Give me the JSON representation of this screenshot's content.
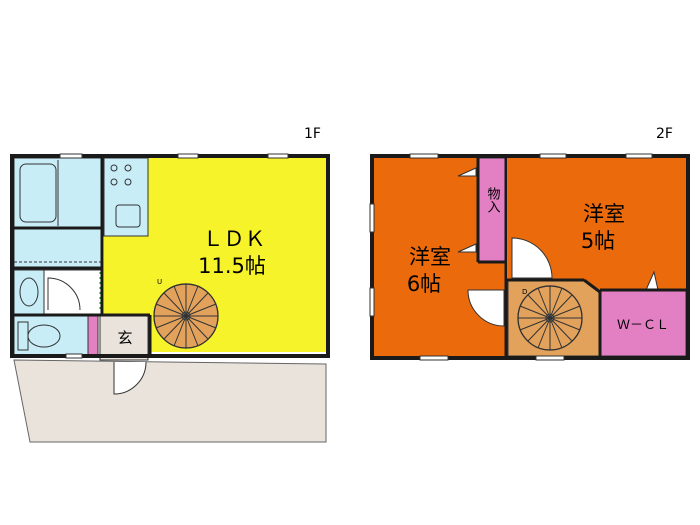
{
  "floors": {
    "first": {
      "label": "1F",
      "ldk": {
        "name": "ＬＤＫ",
        "size": "11.5帖"
      },
      "entrance": "玄",
      "stair_mark": "U"
    },
    "second": {
      "label": "2F",
      "west_room": {
        "name": "洋室",
        "size": "6帖"
      },
      "east_room": {
        "name": "洋室",
        "size": "5帖"
      },
      "storage": "物入",
      "walk_in_closet": "Ｗ－ＣＬ",
      "stair_mark": "D"
    }
  },
  "colors": {
    "ldk": "#f7f32a",
    "room": "#ea6a0c",
    "storage": "#e37fc3",
    "stair": "#e2a25c",
    "wet": "#c9edf7",
    "terrace": "#e9e3dc",
    "wall": "#1a1a1a"
  }
}
